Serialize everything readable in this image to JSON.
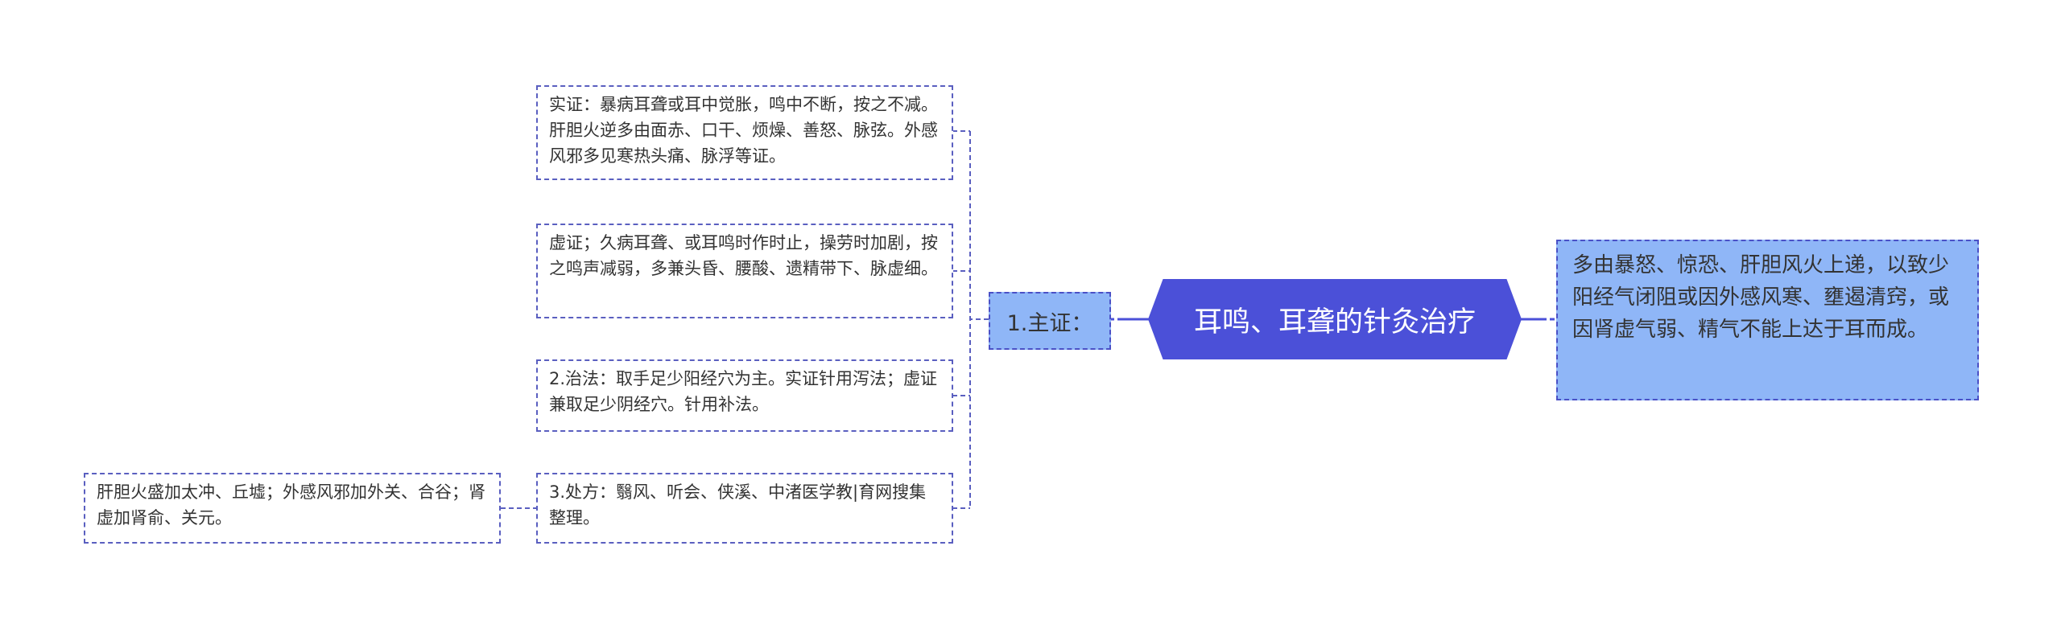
{
  "diagram": {
    "root": {
      "label": "耳鸣、耳聋的针灸治疗"
    },
    "cause": {
      "text": "多由暴怒、惊恐、肝胆风火上递，以致少阳经气闭阻或因外感风寒、壅遏清窍，或因肾虚气弱、精气不能上达于耳而成。"
    },
    "branch": {
      "label": "1.主证："
    },
    "leaves": [
      {
        "text": "实证：暴病耳聋或耳中觉胀，鸣中不断，按之不减。肝胆火逆多由面赤、口干、烦燥、善怒、脉弦。外感风邪多见寒热头痛、脉浮等证。"
      },
      {
        "text": "虚证；久病耳聋、或耳鸣时作时止，操劳时加剧，按之鸣声减弱，多兼头昏、腰酸、遗精带下、脉虚细。"
      },
      {
        "text": "2.治法：取手足少阳经穴为主。实证针用泻法；虚证兼取足少阴经穴。针用补法。"
      },
      {
        "text": "3.处方：翳风、听会、侠溪、中渚医学教|育网搜集整理。"
      }
    ],
    "extra": {
      "text": "肝胆火盛加太冲、丘墟；外感风邪加外关、合谷；肾虚加肾俞、关元。"
    }
  }
}
